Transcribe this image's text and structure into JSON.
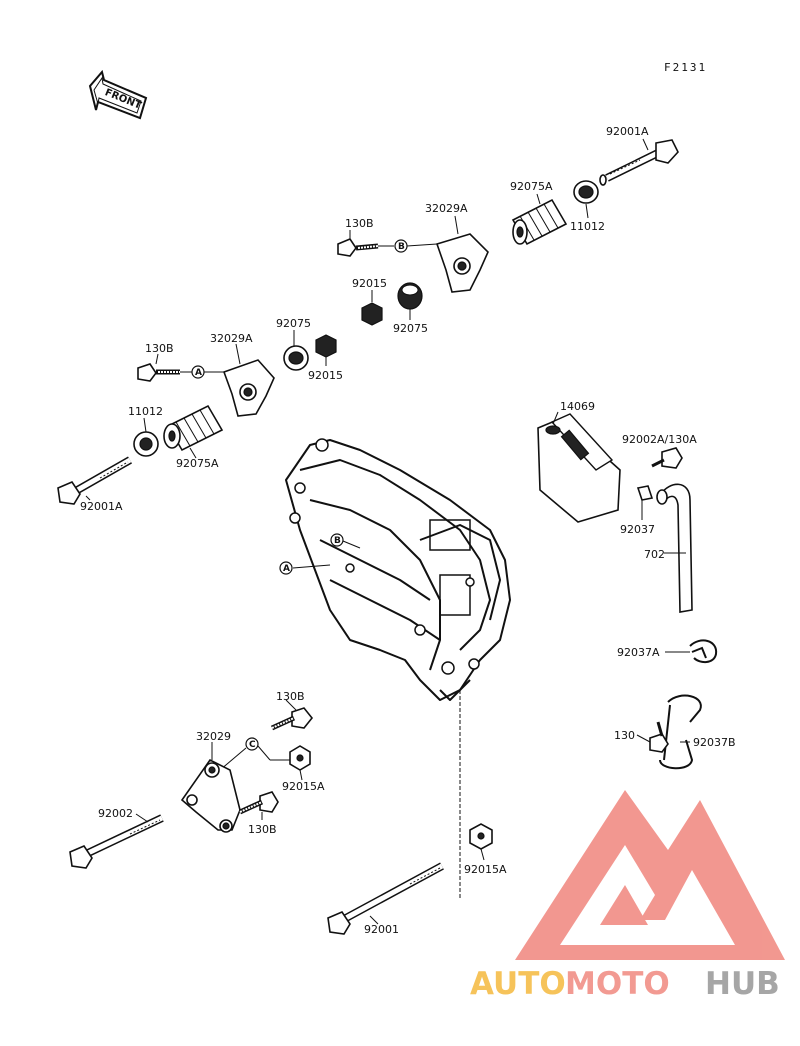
{
  "figure_id": "F2131",
  "front_label": "FRONT",
  "labels": {
    "p92001A_top": "92001A",
    "p92075A_top": "92075A",
    "p11012_top": "11012",
    "p130B_top": "130B",
    "p32029A_top": "32029A",
    "p92015_mid": "92015",
    "p92075_right": "92075",
    "p92075_left": "92075",
    "p130B_left": "130B",
    "p32029A_left": "32029A",
    "p92015_left": "92015",
    "p11012_left": "11012",
    "p92075A_left": "92075A",
    "p92001A_left": "92001A",
    "p14069": "14069",
    "p92002A_130A": "92002A/130A",
    "p92037": "92037",
    "p702": "702",
    "p92037A": "92037A",
    "p130": "130",
    "p92037B": "92037B",
    "p130B_bottom_top": "130B",
    "p32029": "32029",
    "p92015A_mid": "92015A",
    "p92002": "92002",
    "p130B_bottom": "130B",
    "p92015A_bottom": "92015A",
    "p92001": "92001"
  },
  "ref_markers": {
    "A": "A",
    "B": "B",
    "C": "C"
  },
  "watermark": {
    "part1": "AUTO",
    "part2": "MOTO",
    "part3": "HUB",
    "color_auto": "#f6c35a",
    "color_moto": "#f29a92",
    "color_hub": "#a6a6a6",
    "logo_color": "#f18f87"
  }
}
